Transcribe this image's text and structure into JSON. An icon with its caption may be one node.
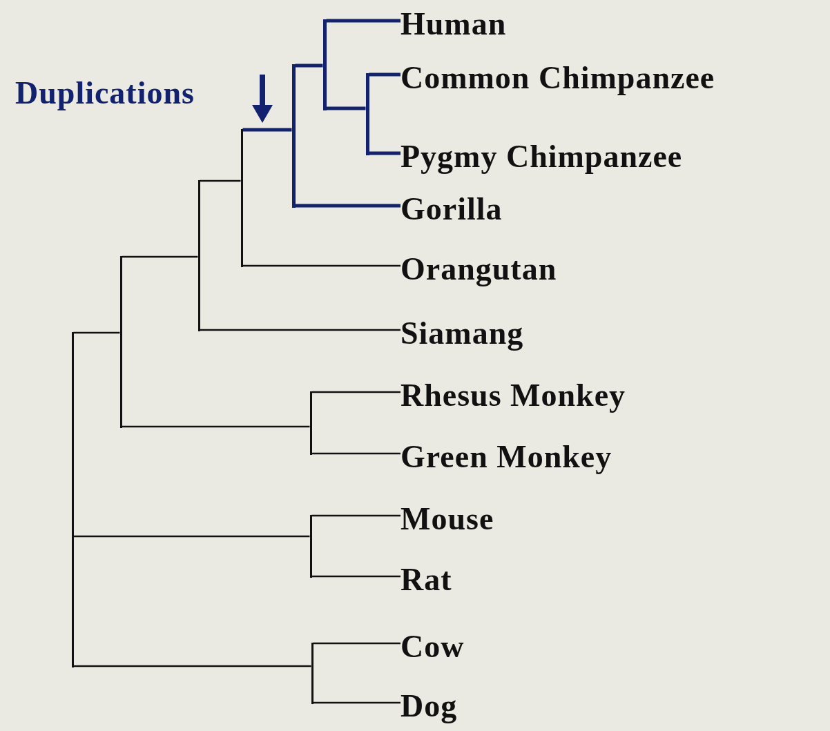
{
  "diagram": {
    "nodes": [
      {
        "text": [
          "Human"
        ]
      },
      {
        "text": [
          "Common Chimpanzee"
        ]
      },
      {
        "text": [
          "Pygmy Chimpanzee"
        ]
      },
      {
        "text": [
          "Gorilla"
        ]
      },
      {
        "text": [
          "Orangutan"
        ]
      },
      {
        "text": [
          "Siamang"
        ]
      },
      {
        "text": [
          "Rhesus Monkey"
        ]
      },
      {
        "text": [
          "Green Monkey"
        ]
      },
      {
        "text": [
          "Mouse"
        ]
      },
      {
        "text": [
          "Rat"
        ]
      },
      {
        "text": [
          "Cow"
        ]
      },
      {
        "text": [
          "Dog"
        ]
      },
      {
        "text": [],
        "shape": "bar"
      },
      {
        "text": [],
        "shape": "bar"
      },
      {
        "text": [],
        "shape": "bar"
      },
      {
        "text": [],
        "shape": "bar"
      },
      {
        "text": [],
        "shape": "bar"
      },
      {
        "text": [],
        "shape": "bar"
      },
      {
        "text": [],
        "shape": "bar"
      },
      {
        "text": [],
        "shape": "bar"
      },
      {
        "text": [],
        "shape": "bar"
      },
      {
        "text": [],
        "shape": "bar"
      }
    ],
    "edges": [
      {
        "from": 12,
        "to": 13,
        "arrow": "none"
      },
      {
        "from": 12,
        "to": 18,
        "arrow": "none"
      },
      {
        "from": 12,
        "to": 19,
        "arrow": "none"
      },
      {
        "from": 13,
        "to": 14,
        "arrow": "none"
      },
      {
        "from": 13,
        "to": 17,
        "arrow": "none"
      },
      {
        "from": 14,
        "to": 15,
        "arrow": "none"
      },
      {
        "from": 14,
        "to": 5,
        "arrow": "none"
      },
      {
        "from": 15,
        "to": 16,
        "arrow": "none",
        "style": "thick",
        "color": "#13226e"
      },
      {
        "from": 15,
        "to": 4,
        "arrow": "none"
      },
      {
        "from": 16,
        "to": 20,
        "arrow": "none",
        "style": "thick",
        "color": "#13226e"
      },
      {
        "from": 16,
        "to": 3,
        "arrow": "none",
        "style": "thick",
        "color": "#13226e"
      },
      {
        "from": 20,
        "to": 0,
        "arrow": "none",
        "style": "thick",
        "color": "#13226e"
      },
      {
        "from": 20,
        "to": 21,
        "arrow": "none",
        "style": "thick",
        "color": "#13226e"
      },
      {
        "from": 21,
        "to": 1,
        "arrow": "none",
        "style": "thick",
        "color": "#13226e"
      },
      {
        "from": 21,
        "to": 2,
        "arrow": "none",
        "style": "thick",
        "color": "#13226e"
      },
      {
        "from": 17,
        "to": 6,
        "arrow": "none"
      },
      {
        "from": 17,
        "to": 7,
        "arrow": "none"
      },
      {
        "from": 18,
        "to": 8,
        "arrow": "none"
      },
      {
        "from": 18,
        "to": 9,
        "arrow": "none"
      },
      {
        "from": 19,
        "to": 10,
        "arrow": "none"
      },
      {
        "from": 19,
        "to": 11,
        "arrow": "none"
      }
    ],
    "labels": [
      "Duplications"
    ]
  }
}
